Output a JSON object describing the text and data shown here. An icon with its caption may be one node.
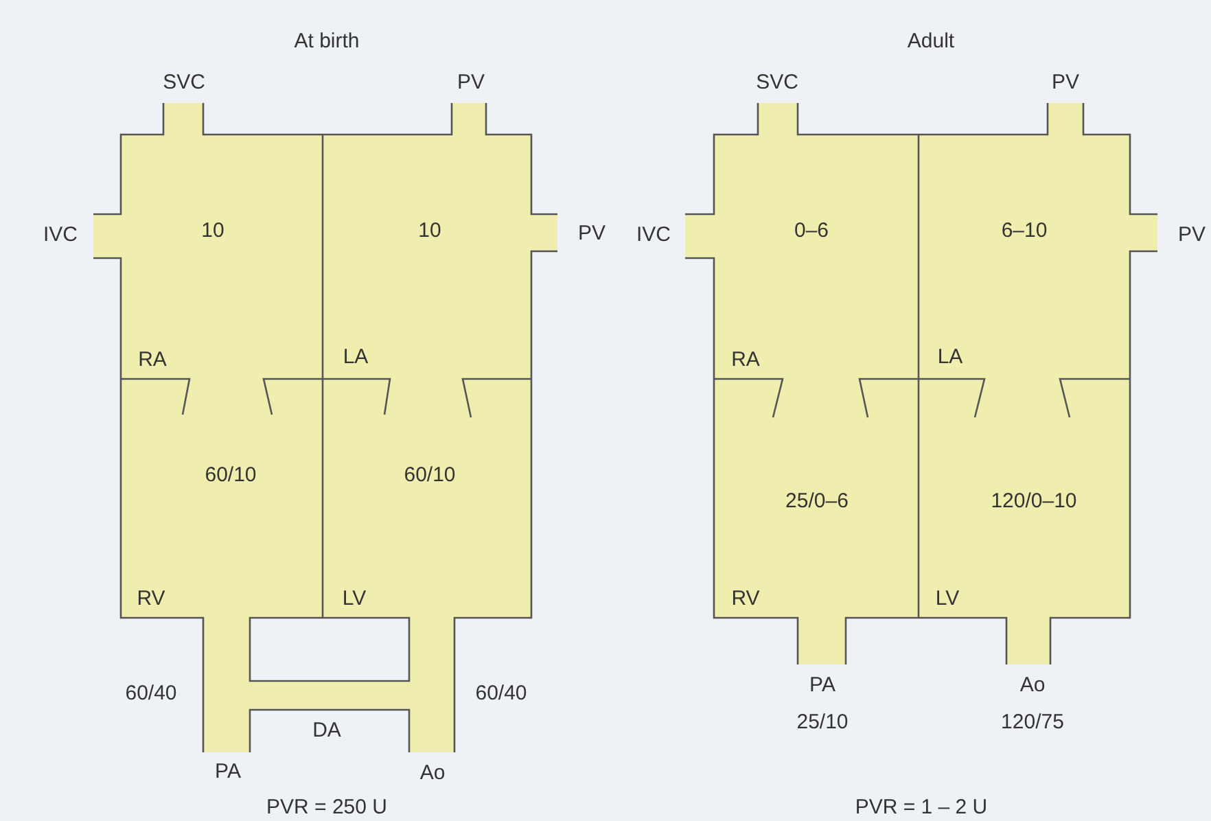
{
  "diagram": {
    "labels": [
      "At birth",
      "SVC",
      "PV",
      "IVC",
      "10",
      "10",
      "PV",
      "RA",
      "LA",
      "60/10",
      "60/10",
      "RV",
      "LV",
      "60/40",
      "60/40",
      "DA",
      "PA",
      "Ao",
      "PVR = 250 U",
      "Adult",
      "SVC",
      "PV",
      "IVC",
      "0–6",
      "6–10",
      "PV",
      "RA",
      "LA",
      "25/0–6",
      "120/0–10",
      "RV",
      "LV",
      "PA",
      "Ao",
      "25/10",
      "120/75",
      "PVR = 1 – 2 U"
    ]
  }
}
